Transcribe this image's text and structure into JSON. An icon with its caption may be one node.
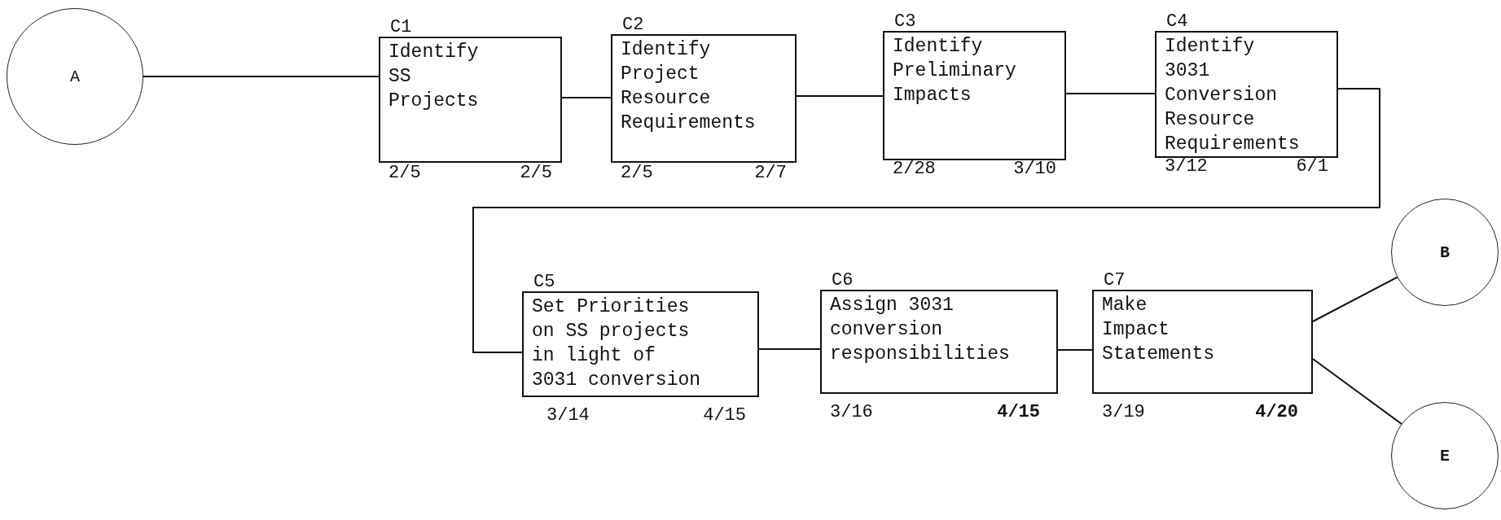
{
  "diagram": {
    "nodes": [
      {
        "text": [
          "A"
        ]
      },
      {
        "text": [
          "C1",
          "Identify SS Projects"
        ],
        "beside": [
          "2/5",
          "2/5"
        ]
      },
      {
        "text": [
          "C2",
          "Identify Project Resource Requirements"
        ],
        "beside": [
          "2/5",
          "2/7"
        ]
      },
      {
        "text": [
          "C3",
          "Identify Preliminary Impacts"
        ],
        "beside": [
          "2/28",
          "3/10"
        ]
      },
      {
        "text": [
          "C4",
          "Identify 3031 Conversion Resource Requirements"
        ],
        "beside": [
          "3/12",
          "6/1"
        ]
      },
      {
        "text": [
          "C5",
          "Set Priorities on SS projects in light of 3031 conversion"
        ],
        "beside": [
          "3/14",
          "4/15"
        ]
      },
      {
        "text": [
          "C6",
          "Assign 3031 conversion responsibilities"
        ],
        "beside": [
          "3/16",
          "4/15"
        ]
      },
      {
        "text": [
          "C7",
          "Make Impact Statements"
        ],
        "beside": [
          "3/19",
          "4/20"
        ]
      },
      {
        "text": [
          "B"
        ]
      },
      {
        "text": [
          "E"
        ]
      }
    ],
    "edges": [
      {
        "from": 0,
        "to": 1,
        "arrow": "none"
      },
      {
        "from": 1,
        "to": 2,
        "arrow": "none"
      },
      {
        "from": 2,
        "to": 3,
        "arrow": "none"
      },
      {
        "from": 3,
        "to": 4,
        "arrow": "none"
      },
      {
        "from": 4,
        "to": 5,
        "arrow": "none"
      },
      {
        "from": 5,
        "to": 6,
        "arrow": "none"
      },
      {
        "from": 6,
        "to": 7,
        "arrow": "none"
      },
      {
        "from": 7,
        "to": 8,
        "arrow": "none"
      },
      {
        "from": 7,
        "to": 9,
        "arrow": "none"
      }
    ]
  }
}
